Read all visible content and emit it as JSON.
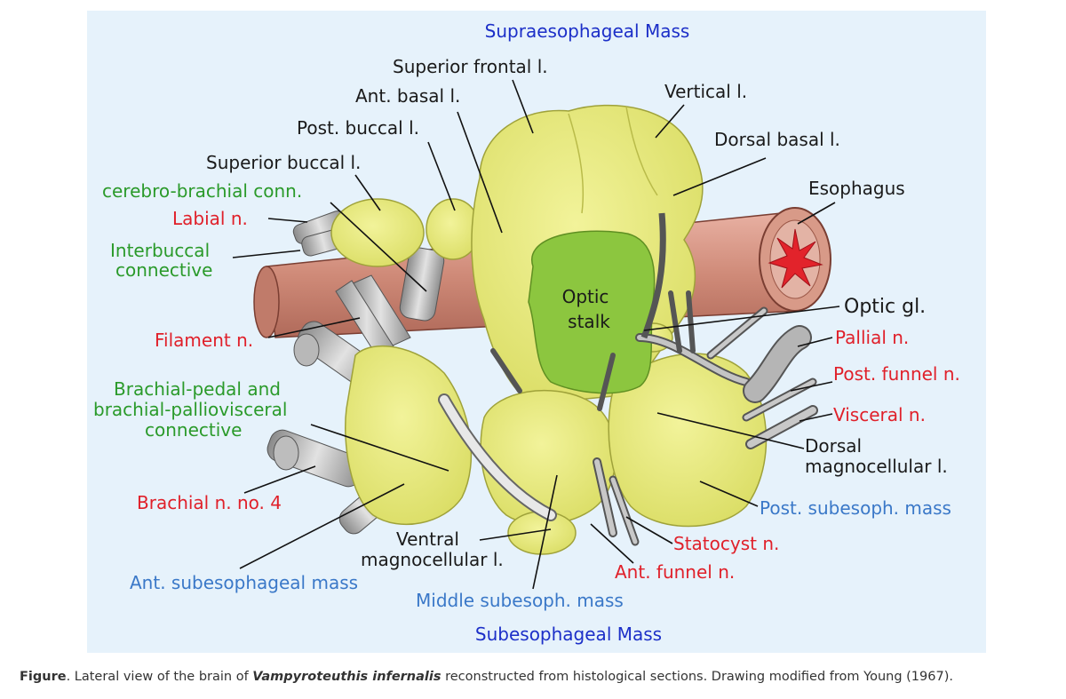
{
  "panel_color": "#e6f2fb",
  "colors": {
    "ganglion": "#e6e878",
    "optic_stalk": "#8cc63f",
    "nerve": "#a9a9a9",
    "esophagus": "#d08a78",
    "label_red": "#e0202a",
    "label_green": "#2a9a2a",
    "label_blue": "#3a78c8",
    "label_navy": "#1c2fc8"
  },
  "labels": {
    "supraesophageal_mass": "Supraesophageal Mass",
    "superior_frontal": "Superior frontal l.",
    "ant_basal": "Ant. basal l.",
    "post_buccal": "Post. buccal l.",
    "superior_buccal": "Superior buccal l.",
    "cerebro_brachial": "cerebro-brachial conn.",
    "labial_n": "Labial n.",
    "interbuccal_1": "Interbuccal",
    "interbuccal_2": "connective",
    "vertical": "Vertical l.",
    "dorsal_basal": "Dorsal basal l.",
    "esophagus": "Esophagus",
    "optic_stalk_1": "Optic",
    "optic_stalk_2": "stalk",
    "optic_gl": "Optic gl.",
    "pallial_n": "Pallial n.",
    "post_funnel_n": "Post. funnel n.",
    "visceral_n": "Visceral n.",
    "dorsal_magno_1": "Dorsal",
    "dorsal_magno_2": "magnocellular l.",
    "filament_n": "Filament n.",
    "brachial_pedal_1": "Brachial-pedal and",
    "brachial_pedal_2": "brachial-palliovisceral",
    "brachial_pedal_3": "connective",
    "brachial_n4": "Brachial n. no. 4",
    "post_subesoph": "Post. subesoph. mass",
    "statocyst_n": "Statocyst n.",
    "ventral_magno_1": "Ventral",
    "ventral_magno_2": "magnocellular l.",
    "ant_funnel_n": "Ant. funnel n.",
    "ant_subesoph": "Ant. subesophageal mass",
    "middle_subesoph": "Middle subesoph. mass",
    "subesophageal_mass": "Subesophageal Mass"
  },
  "caption": {
    "lead": "Figure",
    "text1": ". Lateral view of the brain of ",
    "species": "Vampyroteuthis infernalis",
    "text2": " reconstructed from histological sections. Drawing modified from Young (1967)."
  }
}
